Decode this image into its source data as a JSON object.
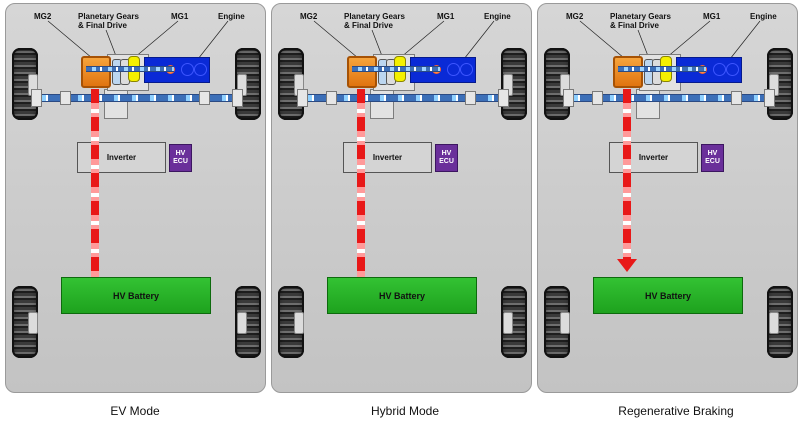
{
  "labels": {
    "mg2": "MG2",
    "planetary": "Planetary Gears & Final Drive",
    "mg1": "MG1",
    "engine": "Engine",
    "inverter": "Inverter",
    "hv_ecu": "HV ECU",
    "hv_battery": "HV Battery"
  },
  "panels": [
    {
      "caption": "EV Mode",
      "power_flow": "battery-to-mg2"
    },
    {
      "caption": "Hybrid Mode",
      "power_flow": "battery-to-mg2"
    },
    {
      "caption": "Regenerative Braking",
      "power_flow": "mg2-to-battery"
    }
  ],
  "colors": {
    "mg2": "#e07410",
    "mg1": "#f4f000",
    "engine": "#0a2ad6",
    "hv_ecu": "#6a2f9a",
    "hv_battery": "#1ea21e",
    "power_flow": "#e81818"
  }
}
